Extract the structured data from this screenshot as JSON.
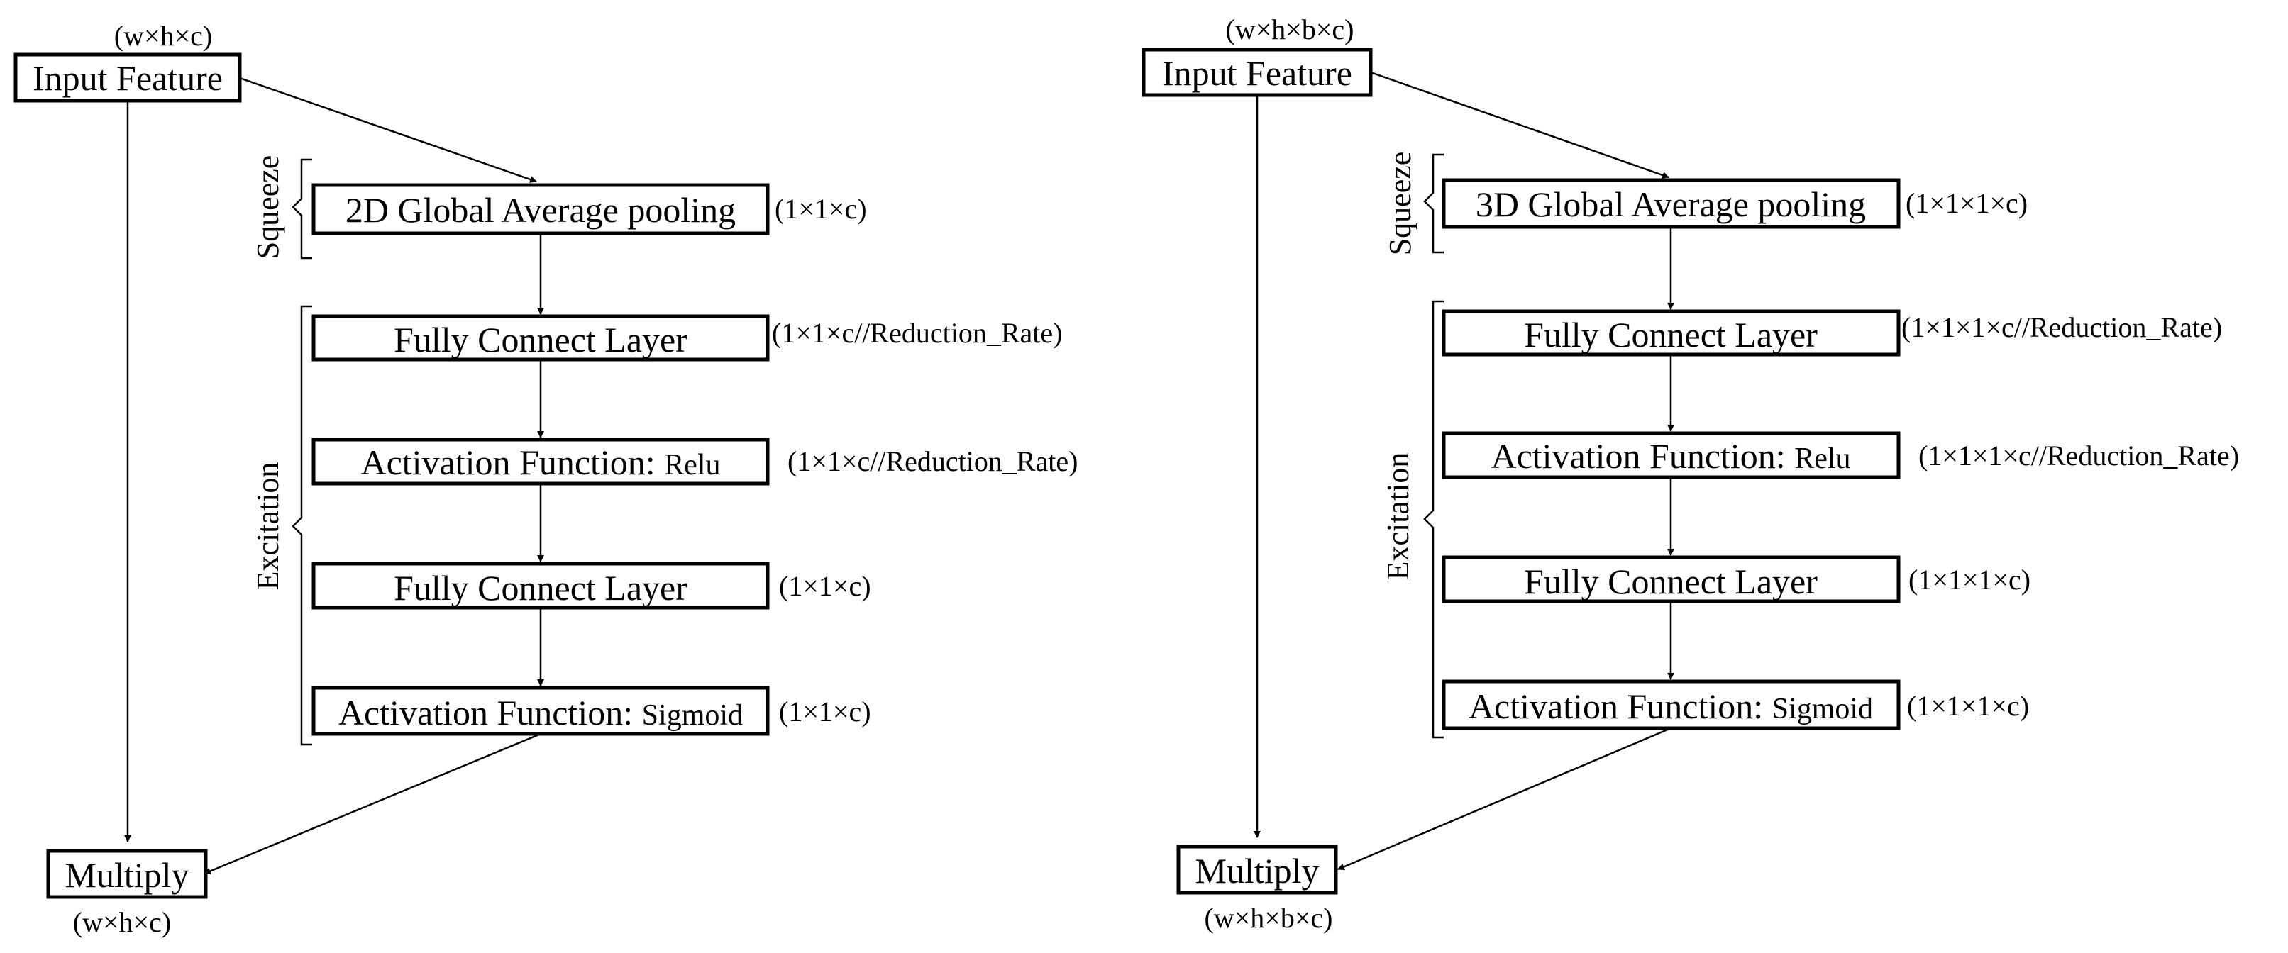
{
  "left": {
    "input_dim": "(w×h×c)",
    "input_label": "Input Feature",
    "squeeze_label": "Squeeze",
    "excitation_label": "Excitation",
    "pool_label": "2D Global Average pooling",
    "pool_dim": "(1×1×c)",
    "fc1_label": "Fully Connect Layer",
    "fc1_dim": "(1×1×c//Reduction_Rate)",
    "relu_prefix": "Activation Function:",
    "relu_name": "Relu",
    "relu_dim": "(1×1×c//Reduction_Rate)",
    "fc2_label": "Fully Connect Layer",
    "fc2_dim": "(1×1×c)",
    "sig_prefix": "Activation Function:",
    "sig_name": "Sigmoid",
    "sig_dim": "(1×1×c)",
    "multiply_label": "Multiply",
    "output_dim": "(w×h×c)"
  },
  "right": {
    "input_dim": "(w×h×b×c)",
    "input_label": "Input Feature",
    "squeeze_label": "Squeeze",
    "excitation_label": "Excitation",
    "pool_label": "3D Global Average pooling",
    "pool_dim": "(1×1×1×c)",
    "fc1_label": "Fully Connect Layer",
    "fc1_dim": "(1×1×1×c//Reduction_Rate)",
    "relu_prefix": "Activation Function:",
    "relu_name": "Relu",
    "relu_dim": "(1×1×1×c//Reduction_Rate)",
    "fc2_label": "Fully Connect Layer",
    "fc2_dim": "(1×1×1×c)",
    "sig_prefix": "Activation Function:",
    "sig_name": "Sigmoid",
    "sig_dim": "(1×1×1×c)",
    "multiply_label": "Multiply",
    "output_dim": "(w×h×b×c)"
  }
}
